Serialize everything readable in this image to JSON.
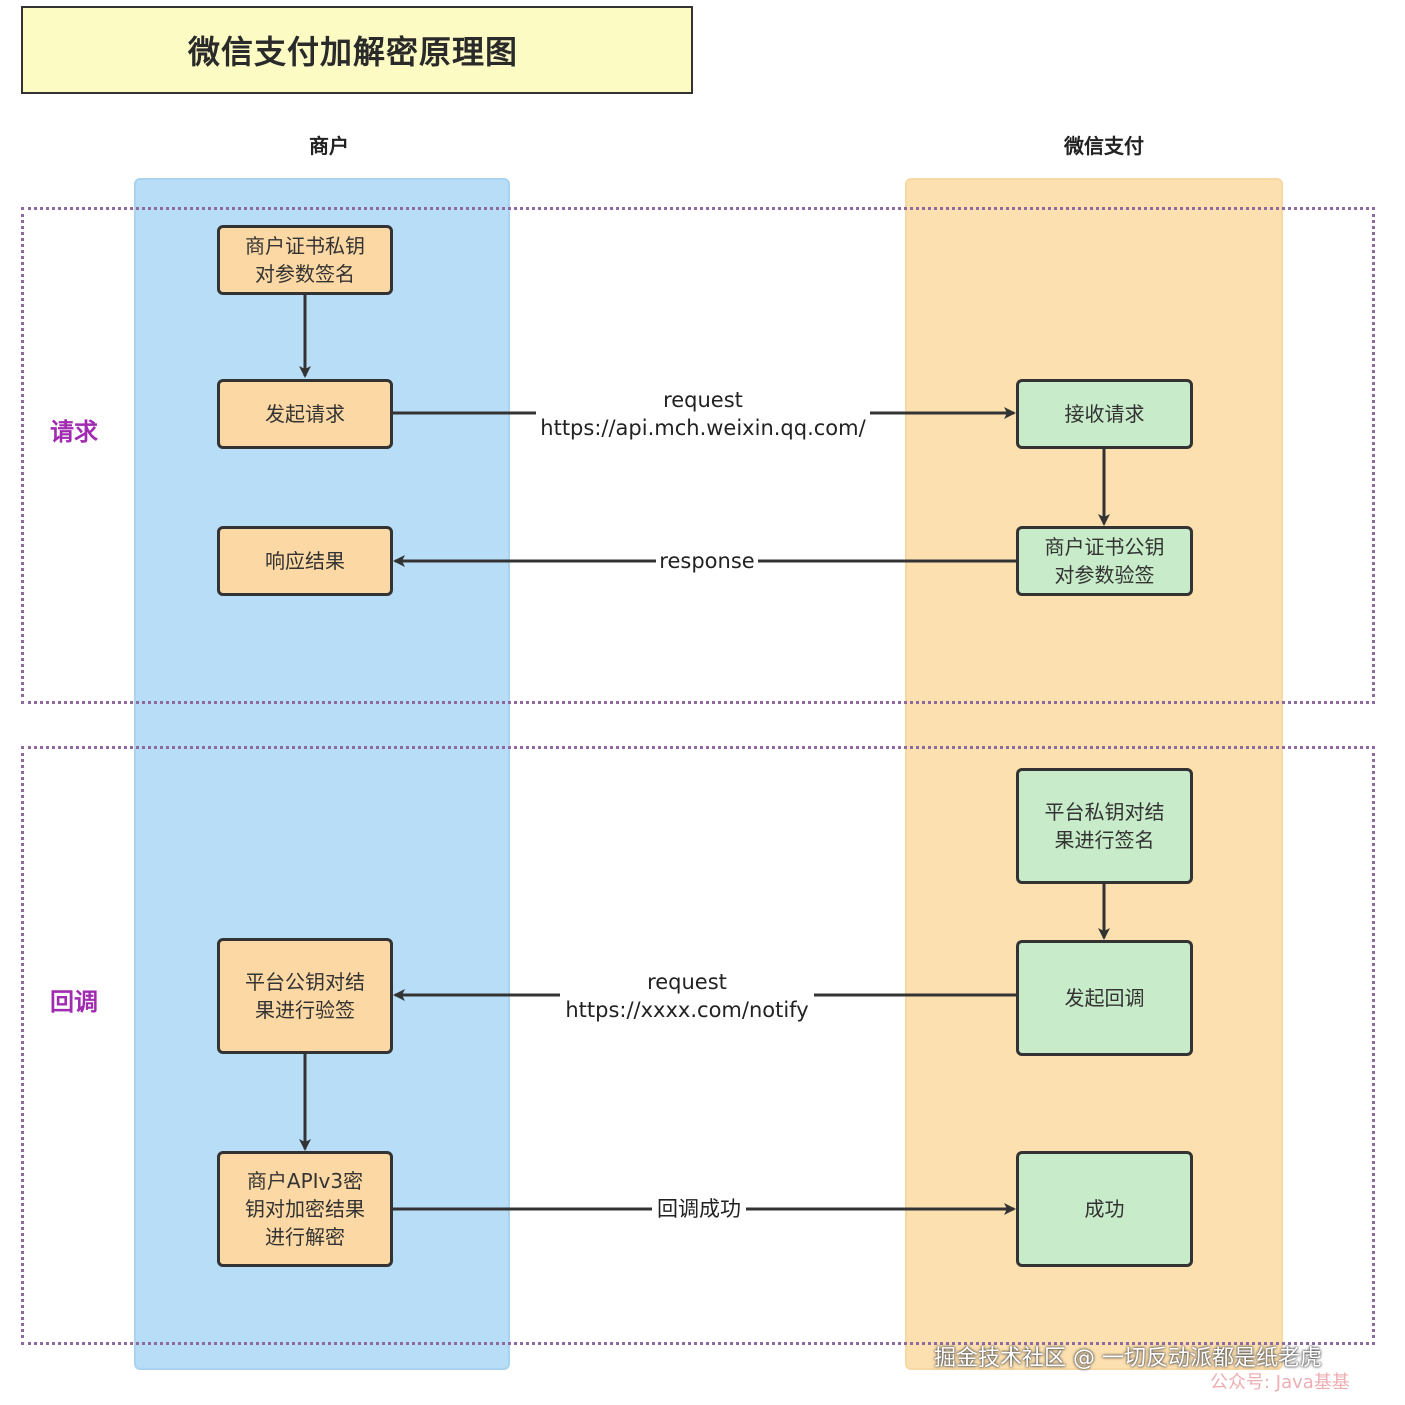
{
  "title": "微信支付加解密原理图",
  "lanes": {
    "merchant": "商户",
    "wechat": "微信支付"
  },
  "sections": {
    "request": "请求",
    "callback": "回调"
  },
  "boxes": {
    "m_sign": "商户证书私钥\n对参数签名",
    "m_send": "发起请求",
    "m_result": "响应结果",
    "w_receive": "接收请求",
    "w_verify": "商户证书公钥\n对参数验签",
    "w_platsign": "平台私钥对结\n果进行签名",
    "w_callback": "发起回调",
    "m_platverify": "平台公钥对结\n果进行验签",
    "m_decrypt": "商户APIv3密\n钥对加密结果\n进行解密",
    "w_success": "成功"
  },
  "edges": {
    "request1": "request\nhttps://api.mch.weixin.qq.com/",
    "response": "response",
    "request2": "request\nhttps://xxxx.com/notify",
    "callback_ok": "回调成功"
  },
  "watermark": "掘金技术社区 @ 一切反动派都是纸老虎",
  "watermark2": "公众号: Java基基",
  "colors": {
    "merchant_lane": "#b8ddf7",
    "wechat_lane": "#fde0b0",
    "merchant_box": "#fcd9a4",
    "wechat_box": "#c8ebc9",
    "section_border": "#8e6a9e",
    "section_label": "#a02ab0",
    "title_bg": "#fdfbc4"
  }
}
